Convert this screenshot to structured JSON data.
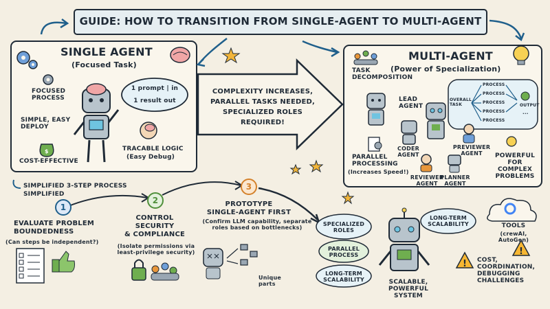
{
  "header": {
    "title": "GUIDE: HOW TO TRANSITION FROM SINGLE-AGENT TO MULTI-AGENT"
  },
  "single_agent": {
    "title": "SINGLE AGENT",
    "subtitle": "(Focused Task)",
    "bubble_line1": "1 prompt | in",
    "bubble_line2": "1 result out",
    "features": {
      "focused": "FOCUSED PROCESS",
      "simple": "SIMPLE, EASY DEPLOY",
      "cost": "COST-EFFECTIVE",
      "traceable": "TRACABLE LOGIC",
      "traceable_sub": "(Easy Debug)"
    }
  },
  "arrow_text": {
    "line1": "COMPLEXITY INCREASES,",
    "line2": "PARALLEL TASKS NEEDED,",
    "line3": "SPECIALIZED ROLES REQUIRED!"
  },
  "multi_agent": {
    "title": "MULTI-AGENT",
    "subtitle": "(Power of Specialization)",
    "task_decomp": "TASK DECOMPOSITION",
    "lead_agent": "LEAD AGENT",
    "coder_agent": "CODER AGENT",
    "previewer_agent": "PREVIEWER AGENT",
    "reviewer_agent": "REVIEWER AGENT",
    "planner_agent": "PLANNER AGENT",
    "parallel": "PARALLEL PROCESSING",
    "parallel_sub": "(Increases Speed!)",
    "powerful": "POWERFUL FOR COMPLEX PROBLEMS",
    "flow": {
      "overall": "OVERALL TASK",
      "process": "PROCESS",
      "output": "OUTPUT",
      "dots": "..."
    }
  },
  "process": {
    "title_line1": "SIMPLIFIED 3-STEP PROCESS",
    "title_line2": "SIMPLIFIED",
    "step1": {
      "num": "1",
      "title": "EVALUATE PROBLEM BOUNDEDNESS",
      "sub": "(Can steps be independent?)"
    },
    "step2": {
      "num": "2",
      "title_line1": "CONTROL",
      "title_line2": "SECURITY",
      "title_line3": "& COMPLIANCE",
      "sub": "(Isolate permissions via least-privilege security)"
    },
    "step3": {
      "num": "3",
      "title_line1": "PROTOTYPE",
      "title_line2": "SINGLE-AGENT FIRST",
      "sub": "(Confirm LLM capability, separate roles based on bottlenecks)"
    },
    "unique_parts": "Unique parts"
  },
  "scalable": {
    "specialized": "SPECIALIZED ROLES",
    "parallel": "PARALLEL PROCESS",
    "long_term_top": "LONG-TERM SCALABILITY",
    "long_term_bottom": "LONG-TERM SCALABILITY",
    "system": "SCALABLE, POWERFUL SYSTEM"
  },
  "tools": {
    "title": "TOOLS",
    "sub": "(crewAI, AutoGen)"
  },
  "challenges": {
    "line1": "COST,",
    "line2": "COORDINATION,",
    "line3": "DEBUGGING",
    "line4": "CHALLENGES"
  },
  "colors": {
    "ink": "#1f2a36",
    "teal": "#5fa3a6",
    "orange": "#e8963a",
    "green": "#6fae4f",
    "blue": "#6f9fd8",
    "paper": "#f4efe3"
  }
}
